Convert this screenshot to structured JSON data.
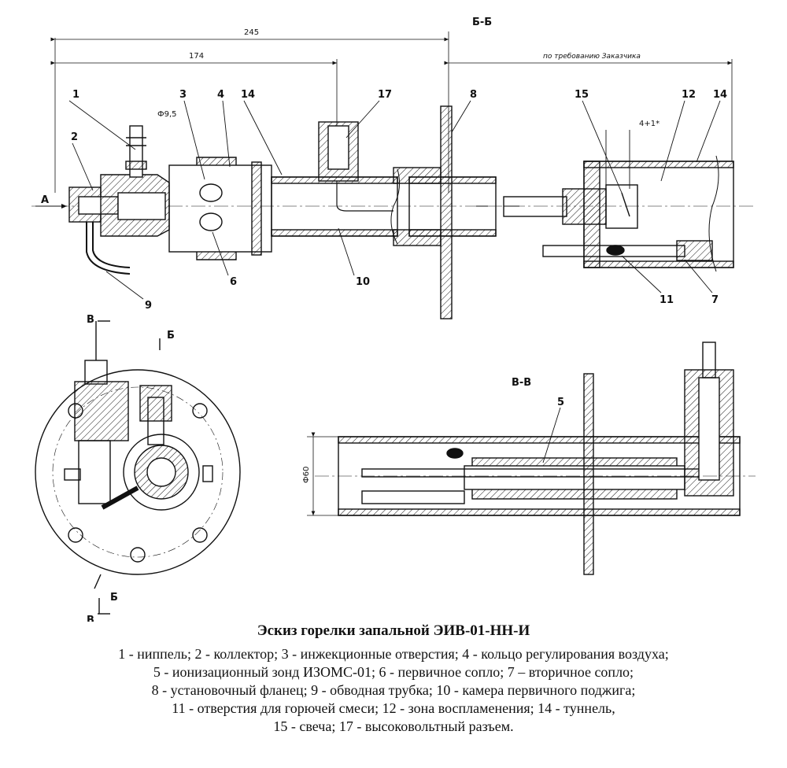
{
  "section_labels": {
    "bb": "Б-Б",
    "vv": "В-В",
    "a": "А",
    "b_top": "Б",
    "b_bottom": "Б",
    "v_top": "В",
    "v_bottom": "В"
  },
  "dimensions": {
    "d245": "245",
    "d174": "174",
    "customer": "по требованию Заказчика",
    "phi95": "Ф9,5",
    "gap": "4+1*",
    "phi60": "Ф60"
  },
  "callouts": {
    "c1": "1",
    "c2": "2",
    "c3": "3",
    "c4": "4",
    "c14a": "14",
    "c17": "17",
    "c8": "8",
    "c15": "15",
    "c12": "12",
    "c14b": "14",
    "c6": "6",
    "c10": "10",
    "c9": "9",
    "c11": "11",
    "c7": "7",
    "c5": "5"
  },
  "caption": {
    "title": "Эскиз горелки запальной ЭИВ-01-НН-И",
    "lines": [
      "1 - ниппель; 2 - коллектор; 3 - инжекционные отверстия; 4 - кольцо регулирования воздуха;",
      "5 - ионизационный зонд ИЗОМС-01; 6 - первичное сопло; 7 – вторичное сопло;",
      "8 - установочный фланец; 9 - обводная трубка; 10 - камера первичного поджига;",
      "11 - отверстия для горючей смеси; 12 - зона воспламенения; 14 - туннель,",
      "15 - свеча; 17 - высоковольтный разъем."
    ]
  },
  "colors": {
    "line": "#111111",
    "paper": "#ffffff"
  }
}
